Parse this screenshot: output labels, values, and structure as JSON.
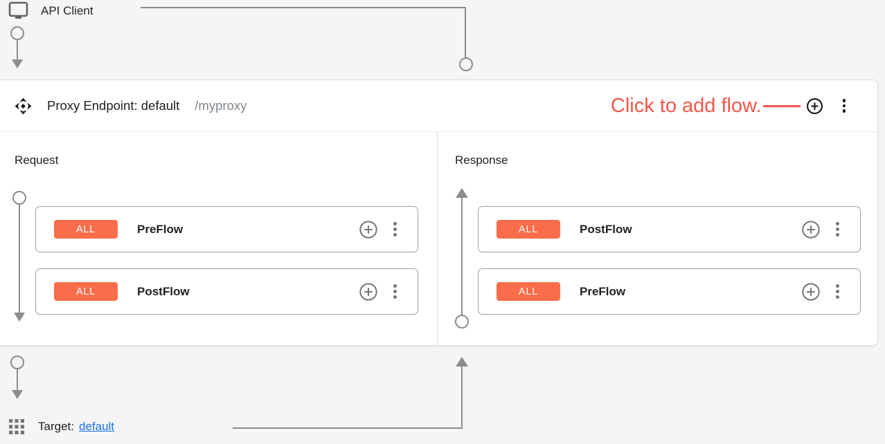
{
  "colors": {
    "badge-orange": "#F96D4A",
    "annotation-red": "#F4564A",
    "link-blue": "#1A73E8"
  },
  "api_client": {
    "label": "API Client",
    "icon": "desktop-monitor-icon"
  },
  "proxy_endpoint": {
    "icon": "move-arrows-icon",
    "title": "Proxy Endpoint: default",
    "base_path": "/myproxy",
    "annotation": "Click to add flow.",
    "actions": {
      "add_flow_icon": "plus-circle-icon",
      "menu_icon": "kebab-menu-icon"
    },
    "request": {
      "label": "Request",
      "flows": [
        {
          "condition": "ALL",
          "name": "PreFlow"
        },
        {
          "condition": "ALL",
          "name": "PostFlow"
        }
      ]
    },
    "response": {
      "label": "Response",
      "flows": [
        {
          "condition": "ALL",
          "name": "PostFlow"
        },
        {
          "condition": "ALL",
          "name": "PreFlow"
        }
      ]
    }
  },
  "target": {
    "icon": "grid-icon",
    "label": "Target:",
    "link": "default"
  }
}
